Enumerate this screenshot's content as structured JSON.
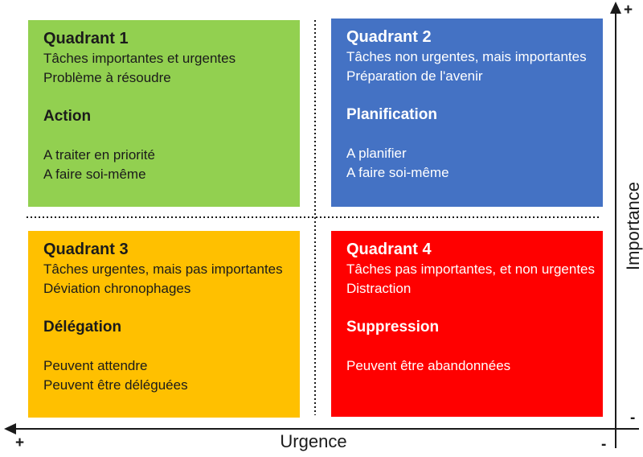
{
  "quadrants": [
    {
      "title": "Quadrant 1",
      "line1": "Tâches importantes et urgentes",
      "line2": "Problème à résoudre",
      "keyword": "Action",
      "line3": "A traiter en priorité",
      "line4": "A faire soi-même",
      "bg": "#92D050",
      "text_color": "#1b1b1b"
    },
    {
      "title": "Quadrant 2",
      "line1": "Tâches non urgentes, mais importantes",
      "line2": "Préparation de l'avenir",
      "keyword": "Planification",
      "line3": "A planifier",
      "line4": "A faire soi-même",
      "bg": "#4472C4",
      "text_color": "#ffffff"
    },
    {
      "title": "Quadrant 3",
      "line1": "Tâches urgentes, mais pas importantes",
      "line2": "Déviation chronophages",
      "keyword": "Délégation",
      "line3": "Peuvent attendre",
      "line4": "Peuvent être déléguées",
      "bg": "#FFC000",
      "text_color": "#1b1b1b"
    },
    {
      "title": "Quadrant 4",
      "line1": "Tâches pas importantes, et non urgentes",
      "line2": "Distraction",
      "keyword": "Suppression",
      "line3": "Peuvent être abandonnées",
      "line4": "",
      "bg": "#FF0000",
      "text_color": "#ffffff"
    }
  ],
  "axes": {
    "x": {
      "label": "Urgence",
      "plus": "+",
      "minus": "-"
    },
    "y": {
      "label": "Importance",
      "plus": "+",
      "minus": "-"
    }
  },
  "colors": {
    "axis": "#1a1a1a"
  }
}
